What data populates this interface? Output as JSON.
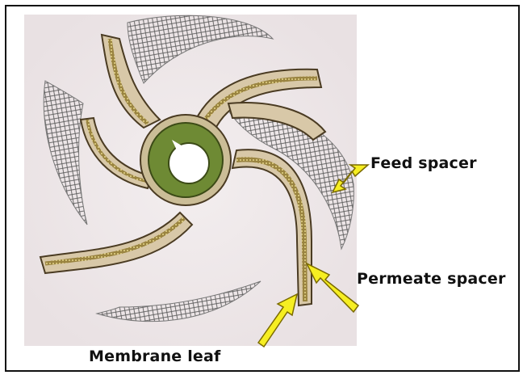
{
  "labels": {
    "feed_spacer": "Feed spacer",
    "permeate_spacer": "Permeate spacer",
    "membrane_leaf": "Membrane leaf"
  },
  "colors": {
    "background_panel": "#efe9ea",
    "leaf_face": "#d8c8a8",
    "leaf_edge": "#4a3b22",
    "membrane_band": "#8f7b3e",
    "permeate_core": "#6e8a34",
    "feed_mesh": "#555555",
    "arrow_fill": "#f6ee22",
    "arrow_outline": "#7a6a00",
    "text": "#111111"
  }
}
